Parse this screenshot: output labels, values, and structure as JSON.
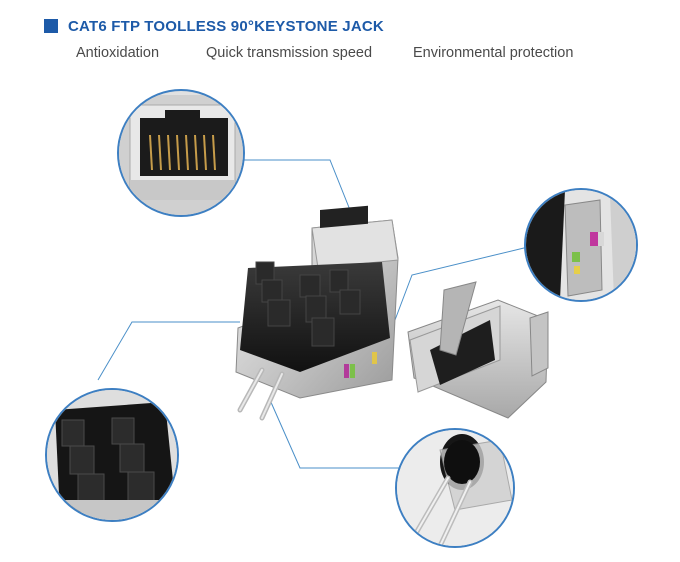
{
  "header": {
    "title": "CAT6 FTP TOOLLESS 90°KEYSTONE JACK"
  },
  "features": [
    {
      "label": "Antioxidation"
    },
    {
      "label": "Quick transmission speed"
    },
    {
      "label": "Environmental protection"
    }
  ],
  "colors": {
    "accent": "#1d5aa8",
    "callout_line": "#4a8fc8",
    "text": "#4a4a4a"
  }
}
